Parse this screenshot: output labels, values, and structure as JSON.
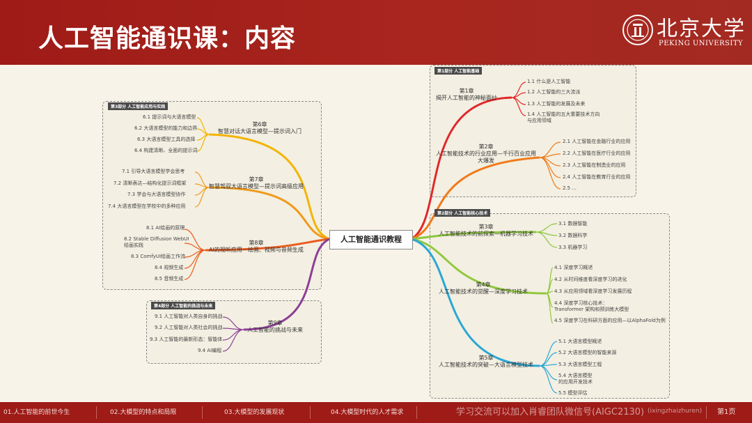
{
  "header": {
    "title": "人工智能通识课：内容",
    "logo_text": "北京大学",
    "logo_sub": "PEKING UNIVERSITY"
  },
  "root": "人工智能通识教程",
  "parts": {
    "p1": "第1部分 人工智能基础",
    "p2": "第2部分 人工智能核心技术",
    "p3": "第3部分 人工智能应用与实践",
    "p4": "第4部分 人工智能的挑战与未来"
  },
  "chapters": {
    "c1": "第1章\n揭开人工智能的神秘面纱",
    "c2": "第2章\n人工智能技术的行业应用—千行百业应用\n大爆发",
    "c3": "第3章\n人工智能技术的前探索—机器学习技术",
    "c4": "第4章\n人工智能技术的觉醒—深度学习技术",
    "c5": "第5章\n人工智能技术的突破—大语言模型技术",
    "c6": "第6章\n智慧对话大语言模型—提示词入门",
    "c7": "第7章\n智慧驾驭大语言模型—提示词高级应用",
    "c8": "第8章\nAI的视听应用—绘画、视频与音频生成",
    "c9": "第9章\n人工智能的挑战与未来"
  },
  "leaves": {
    "c1": [
      "1.1 什么是人工智能",
      "1.2 人工智能的三大流派",
      "1.3 人工智能的发展及未来",
      "1.4 人工智能的五大重要技术方向\n与应用领域"
    ],
    "c2": [
      "2.1 人工智能在金融行业的应用",
      "2.2 人工智能在医疗行业的应用",
      "2.3 人工智能在制造业的应用",
      "2.4 人工智能在教育行业的应用",
      "2.5 ..."
    ],
    "c3": [
      "3.1 数据智能",
      "3.2 数据科学",
      "3.3 机器学习"
    ],
    "c4": [
      "4.1 深度学习概述",
      "4.2 从时间维度看深度学习的进化",
      "4.3 从应用领域看深度学习发展历程",
      "4.4 深度学习核心技术：\nTransformer 架构和预训练大模型",
      "4.5 深度学习在科研方面的应用—以AlphaFold为例"
    ],
    "c5": [
      "5.1 大语言模型概述",
      "5.2 大语言模型的智能来源",
      "5.3 大语言模型工程",
      "5.4 大语言模型\n的应用开发技术",
      "5.5 模型评估"
    ],
    "c6": [
      "6.1 提示词与大语言模型",
      "6.2 大语言模型的能力和边界",
      "6.3 大语言模型工具的选择",
      "6.4 构建清晰、全面的提示词"
    ],
    "c7": [
      "7.1 引导大语言模型学会思考",
      "7.2 清晰表达—结构化提示词框架",
      "7.3 学会与大语言模型协作",
      "7.4 大语言模型在学校中的多种应用"
    ],
    "c8": [
      "8.1 AI绘画的原理",
      "8.2 Stable Diffusion WebUI\n绘画实践",
      "8.3 ComfyUI绘画工作流",
      "8.4 视频生成",
      "8.5 音频生成"
    ],
    "c9": [
      "9.1 人工智能对人类自身的挑战",
      "9.2 人工智能对人类社会的挑战",
      "9.3 人工智能的最新形态：智能体",
      "9.4 AI编程"
    ]
  },
  "colors": {
    "header_red": "#9e1b17",
    "c1": "#e0282a",
    "c2": "#f07a1a",
    "c3": "#8cc63f",
    "c4": "#92c83e",
    "c5": "#2aa7d6",
    "c6": "#f4b400",
    "c7": "#f09a1b",
    "c8": "#ea5b1c",
    "c9": "#8b3f96"
  },
  "footer": {
    "items": [
      "01.人工智能的前世今生",
      "02.大模型的特点和局限",
      "03.大模型的发展现状",
      "04.大模型时代的人才需求"
    ],
    "watermark": "学习交流可以加入肖睿团队微信号(AIGC2130)",
    "watermark2": "(ixingzhaizhuren)",
    "page": "第1页"
  }
}
